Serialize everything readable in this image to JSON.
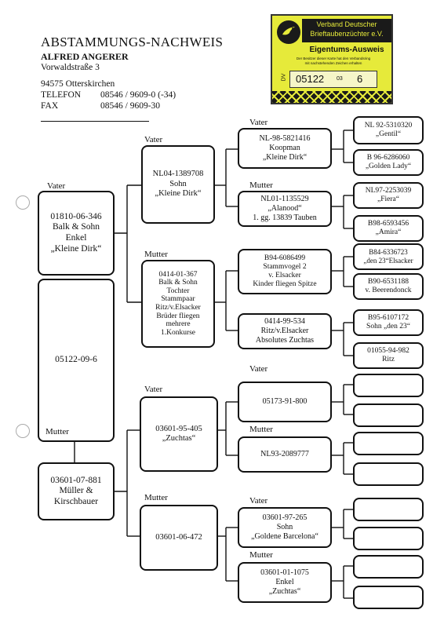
{
  "header": {
    "title": "ABSTAMMUNGS-NACHWEIS",
    "owner_name": "ALFRED ANGERER",
    "street": "Vorwaldstraße 3",
    "city": "94575 Otterskirchen",
    "phone_label": "TELEFON",
    "phone_value": "08546 / 9609-0 (-34)",
    "fax_label": "FAX",
    "fax_value": "08546 / 9609-30"
  },
  "stamp": {
    "org_line1": "Verband Deutscher",
    "org_line2": "Brieftaubenzüchter e.V.",
    "card_title": "Eigentums-Ausweis",
    "fine_print_1": "Der Besitzer dieser Karte hat den Verbandsring",
    "fine_print_2": "mit nachstehenden Zeichen erhalten",
    "dv": "DV",
    "number": "05122",
    "sub": "03",
    "count": "6",
    "colors": {
      "background": "#e6ea3a",
      "band": "#1a1a1a",
      "pattern": "#e6ea3a"
    }
  },
  "labels": {
    "vater": "Vater",
    "mutter": "Mutter"
  },
  "gen1": {
    "sire": [
      "01810-06-346",
      "Balk & Sohn",
      "Enkel",
      "„Kleine Dirk“"
    ],
    "subject": [
      "05122-09-6"
    ],
    "dam": [
      "03601-07-881",
      "Müller &",
      "Kirschbauer"
    ]
  },
  "gen2": {
    "ss": [
      "NL04-1389708",
      "Sohn",
      "„Kleine Dirk“"
    ],
    "sd": [
      "0414-01-367",
      "Balk & Sohn",
      "Tochter",
      "Stammpaar",
      "Ritz/v.Elsacker",
      "Brüder fliegen",
      "mehrere",
      "1.Konkurse"
    ],
    "ds": [
      "03601-95-405",
      "„Zuchtas“"
    ],
    "dd": [
      "03601-06-472"
    ]
  },
  "gen3": {
    "sss": [
      "NL-98-5821416",
      "Koopman",
      "„Kleine Dirk“"
    ],
    "ssd": [
      "NL01-1135529",
      "„Alanood“",
      "1. gg. 13839 Tauben"
    ],
    "sds": [
      "B94-6086499",
      "Stammvogel 2",
      "v. Elsacker",
      "Kinder fliegen Spitze"
    ],
    "sdd": [
      "0414-99-534",
      "Ritz/v.Elsacker",
      "Absolutes Zuchtas"
    ],
    "dss": [
      "05173-91-800"
    ],
    "dsd": [
      "NL93-2089777"
    ],
    "dds": [
      "03601-97-265",
      "Sohn",
      "„Goldene Barcelona“"
    ],
    "ddd": [
      "03601-01-1075",
      "Enkel",
      "„Zuchtas“"
    ]
  },
  "gen4": {
    "g1": [
      "NL 92-5310320",
      "„Gentil“"
    ],
    "g2": [
      "B 96-6286060",
      "„Golden Lady“"
    ],
    "g3": [
      "NL97-2253039",
      "„Fiera“"
    ],
    "g4": [
      "B98-6593456",
      "„Amira“"
    ],
    "g5": [
      "B84-6336723",
      "„den 23“Elsacker"
    ],
    "g6": [
      "B90-6531188",
      "v. Beerendonck"
    ],
    "g7": [
      "B95-6107172",
      "Sohn „den 23“"
    ],
    "g8": [
      "01055-94-982",
      "Ritz"
    ]
  }
}
